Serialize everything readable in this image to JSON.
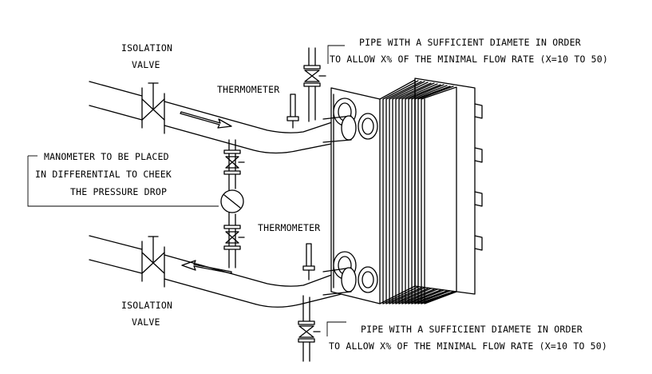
{
  "labels": {
    "isolation_valve_top": [
      "ISOLATION",
      "VALVE"
    ],
    "isolation_valve_bottom": [
      "ISOLATION",
      "VALVE"
    ],
    "thermometer_top": "THERMOMETER",
    "thermometer_bottom": "THERMOMETER",
    "pipe_note_top": [
      "PIPE WITH A SUFFICIENT DIAMETE IN ORDER",
      "TO ALLOW X% OF THE MINIMAL FLOW RATE (X=10 TO 50)"
    ],
    "pipe_note_bottom": [
      "PIPE WITH A SUFFICIENT DIAMETE IN ORDER",
      "TO ALLOW X% OF THE MINIMAL FLOW RATE (X=10 TO 50)"
    ],
    "manometer_note": [
      "MANOMETER TO BE PLACED",
      "IN DIFFERENTIAL TO CHEEK",
      "THE PRESSURE DROP"
    ]
  },
  "colors": {
    "line": "#000000",
    "background": "#ffffff"
  }
}
